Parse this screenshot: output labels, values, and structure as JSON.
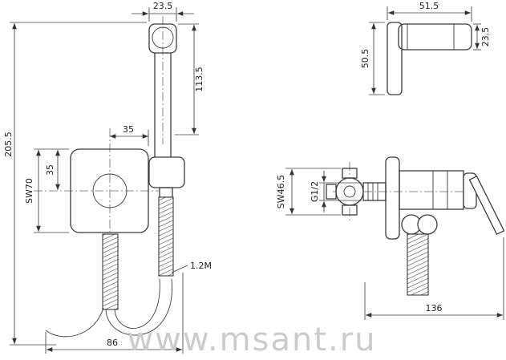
{
  "watermark": "www.msant.ru",
  "front_view": {
    "head_width": "23.5",
    "head_height": "113.5",
    "overall_height": "205.5",
    "center_to_edge": "35",
    "top_to_center": "35",
    "plate_size": "SW70",
    "hose_length": "1.2M",
    "overall_width": "86"
  },
  "side_view": {
    "head_length": "51.5",
    "head_drop": "50.5",
    "head_thickness": "23.5",
    "valve_size": "SW46.5",
    "thread": "G1/2",
    "overall_depth": "136"
  }
}
